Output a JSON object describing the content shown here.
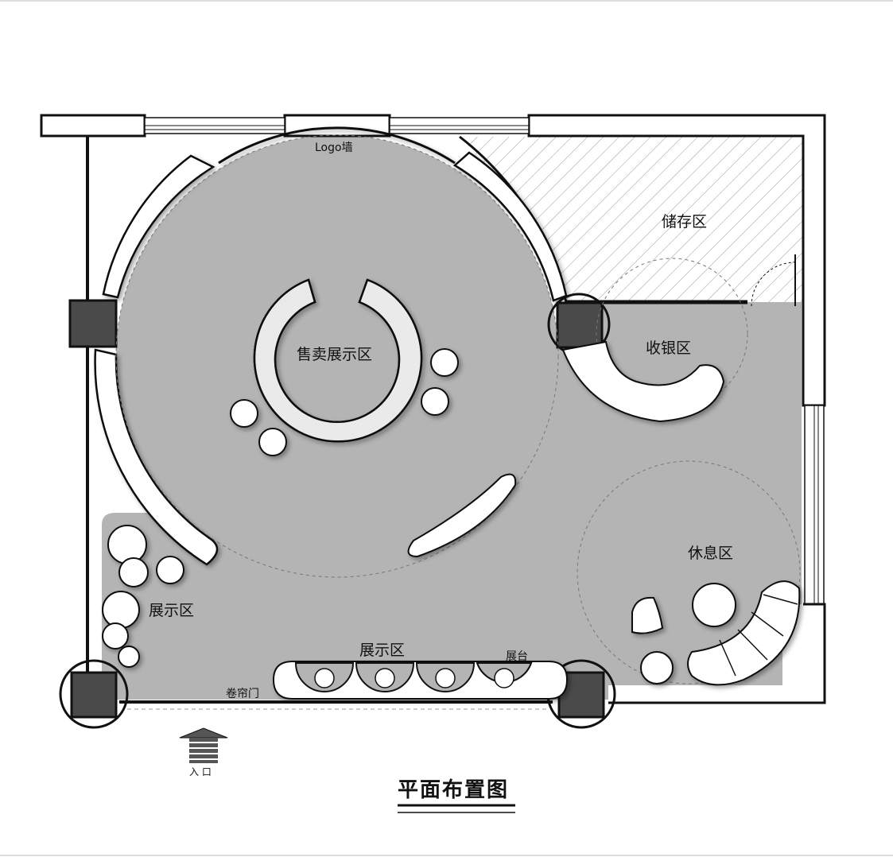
{
  "title": "平面布置图",
  "labels": {
    "logo_wall": "Logo墙",
    "sales_display": "售卖展示区",
    "storage": "储存区",
    "cashier": "收银区",
    "rest": "休息区",
    "display_left": "展示区",
    "display_bottom": "展示区",
    "stand": "展台",
    "shutter_door": "卷帘门",
    "entrance": "入 口"
  },
  "colors": {
    "floor": "#b4b4b4",
    "wall": "#111111",
    "column": "#4a4a4a",
    "furniture": "#ffffff"
  }
}
